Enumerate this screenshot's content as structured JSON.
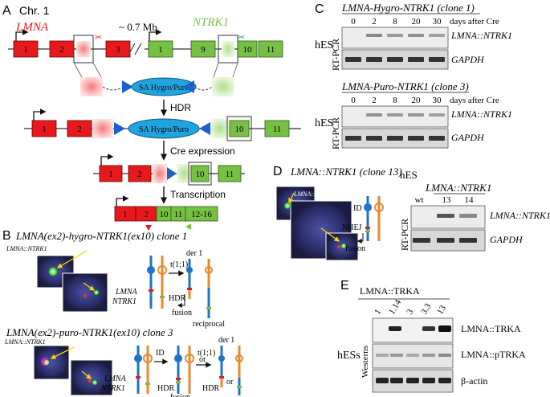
{
  "panel_labels": {
    "a": "A",
    "b": "B",
    "c": "C",
    "d": "D",
    "e": "E"
  },
  "panel_a": {
    "chrom": "Chr. 1",
    "gene1": "LMNA",
    "gene2": "NTRK1",
    "distance": "~ 0.7 Mb",
    "lmna_exons": [
      "1",
      "2",
      "3"
    ],
    "ntrk_exons": [
      "1",
      "9",
      "10",
      "11"
    ],
    "cassette": "SA  Hygro/Puro",
    "hdr": "HDR",
    "cre": "Cre expression",
    "transcription": "Transcription",
    "final_exons": [
      "1",
      "2",
      "10",
      "11",
      "12-16"
    ],
    "colors": {
      "lmna": "#e8191d",
      "ntrk": "#76c043",
      "cassette": "#1fa4e0",
      "tri": "#1f5fc8"
    }
  },
  "panel_b": {
    "title1": "LMNA(ex2)-hygro-NTRK1(ex10) clone 1",
    "title2": "LMNA(ex2)-puro-NTRK1(ex10) clone 3",
    "fish_label": "LMNA::NTRK1",
    "lmna": "LMNA",
    "ntrk": "NTRK1",
    "t11": "t(1;1)",
    "der1": "der 1",
    "hdr": "HDR",
    "fusion": "fusion",
    "reciprocal": "reciprocal",
    "id": "ID",
    "or": "or"
  },
  "panel_c": {
    "title1": "LMNA-Hygro-NTRK1 (clone 1)",
    "title2": "LMNA-Puro-NTRK1 (clone 3)",
    "days": [
      "0",
      "2",
      "8",
      "20",
      "30"
    ],
    "days_label": "days after Cre",
    "hes": "hES",
    "rtpcr": "RT-PCR",
    "band1": "LMNA::NTRK1",
    "band2": "GAPDH"
  },
  "panel_d": {
    "title": "LMNA::NTRK1 (clone 13)",
    "fish_label": "LMNA::NTRK1",
    "id": "ID",
    "nhej": "NHEJ",
    "fusion": "fusion",
    "hes": "hES",
    "gel_title": "LMNA::NTRK1",
    "lanes": [
      "wt",
      "13",
      "14"
    ],
    "rtpcr": "RT-PCR",
    "band1": "LMNA::NTRK1",
    "band2": "GAPDH"
  },
  "panel_e": {
    "title": "LMNA::TRKA",
    "lanes": [
      "1",
      "1.14",
      "3",
      "3.3",
      "13"
    ],
    "hes": "hESs",
    "westerns": "Westerns",
    "band1": "LMNA::TRKA",
    "band2": "LMNA::pTRKA",
    "band3": "β-actin"
  }
}
